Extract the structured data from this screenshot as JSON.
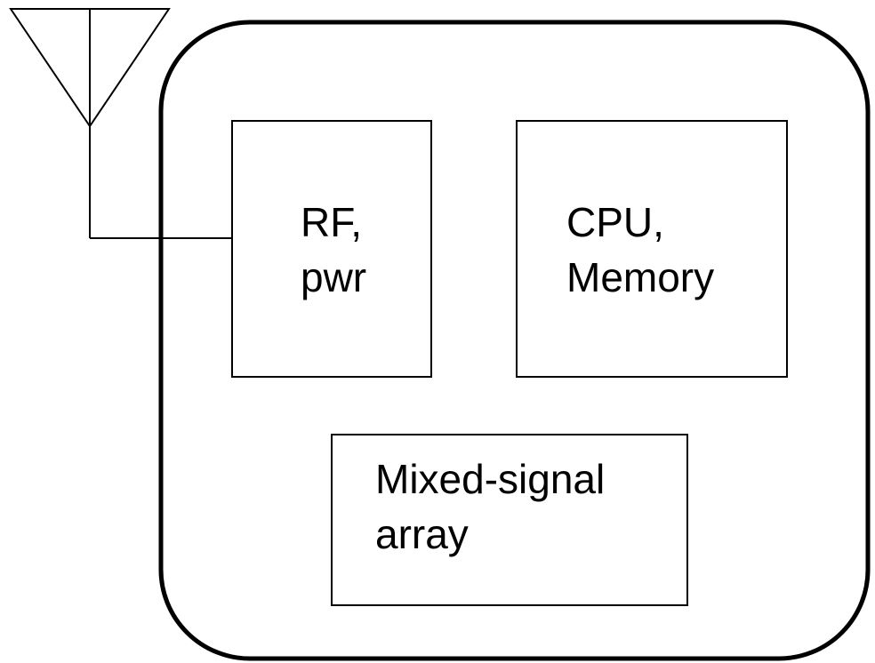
{
  "diagram": {
    "blocks": {
      "rf_power": {
        "line1": "RF,",
        "line2": "pwr"
      },
      "cpu_memory": {
        "line1": "CPU,",
        "line2": "Memory"
      },
      "mixed_signal": {
        "line1": "Mixed-signal",
        "line2": "array"
      }
    },
    "colors": {
      "stroke": "#000000",
      "background": "#ffffff"
    },
    "icons": [
      "antenna-icon"
    ]
  }
}
